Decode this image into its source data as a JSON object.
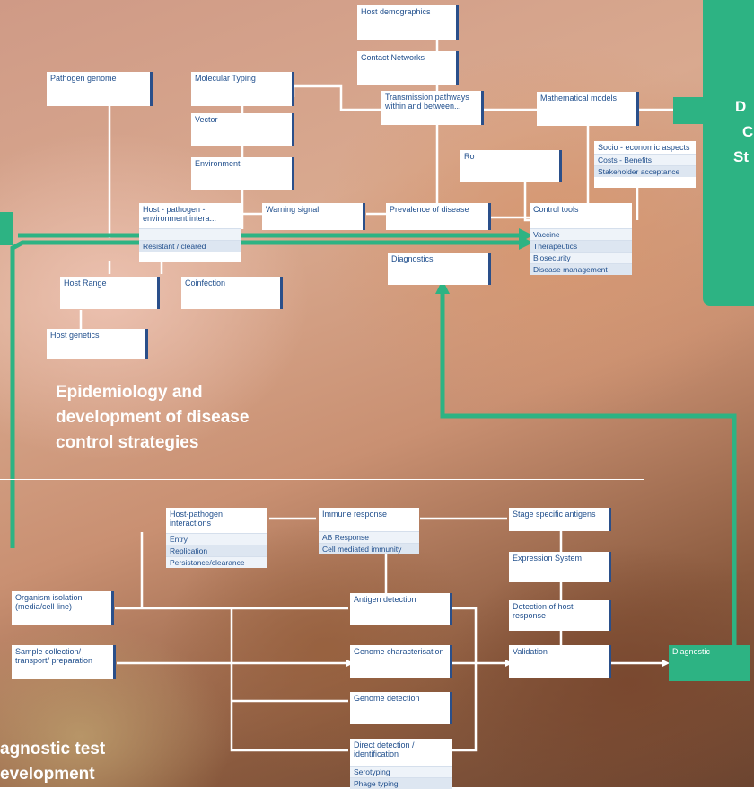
{
  "side_panel": {
    "lines": [
      "D",
      "C",
      "St"
    ]
  },
  "epidemiology": {
    "title_lines": [
      "Epidemiology and",
      "development of disease",
      "control strategies"
    ],
    "host_demographics": "Host demographics",
    "contact_networks": "Contact Networks",
    "pathogen_genome": "Pathogen genome",
    "molecular_typing": "Molecular Typing",
    "transmission": "Transmission pathways within and between...",
    "mathematical_models": "Mathematical models",
    "vector": "Vector",
    "ro": "Ro",
    "socio_economic": "Socio - economic aspects",
    "socio_subs": [
      "Costs - Benefits",
      "Stakeholder acceptance"
    ],
    "environment": "Environment",
    "host_pathogen_env": "Host - pathogen - environment intera...",
    "hpe_subs": [
      "Resistant / cleared"
    ],
    "warning_signal": "Warning signal",
    "prevalence": "Prevalence of disease",
    "control_tools": "Control tools",
    "control_subs": [
      "Vaccine",
      "Therapeutics",
      "Biosecurity",
      "Disease management"
    ],
    "diagnostics": "Diagnostics",
    "host_range": "Host Range",
    "coinfection": "Coinfection",
    "host_genetics": "Host genetics"
  },
  "diagnostic": {
    "title_lines": [
      "agnostic test",
      "evelopment"
    ],
    "host_pathogen": "Host-pathogen interactions",
    "hp_subs": [
      "Entry",
      "Replication",
      "Persistance/clearance"
    ],
    "immune_response": "Immune response",
    "immune_subs": [
      "AB Response",
      "Cell mediated immunity"
    ],
    "stage_antigens": "Stage specific antigens",
    "expression_system": "Expression System",
    "organism_isolation": "Organism isolation (media/cell line)",
    "antigen_detection": "Antigen detection",
    "detection_host_response": "Detection of host response",
    "sample_collection": "Sample collection/ transport/ preparation",
    "genome_characterisation": "Genome characterisation",
    "validation": "Validation",
    "diagnostic_box": "Diagnostic",
    "genome_detection": "Genome detection",
    "direct_detection": "Direct detection / identification",
    "direct_subs": [
      "Serotyping",
      "Phage typing"
    ]
  },
  "colors": {
    "accent_green": "#2db383",
    "box_border": "#2a4f8a",
    "text_blue": "#1f4e8c"
  }
}
